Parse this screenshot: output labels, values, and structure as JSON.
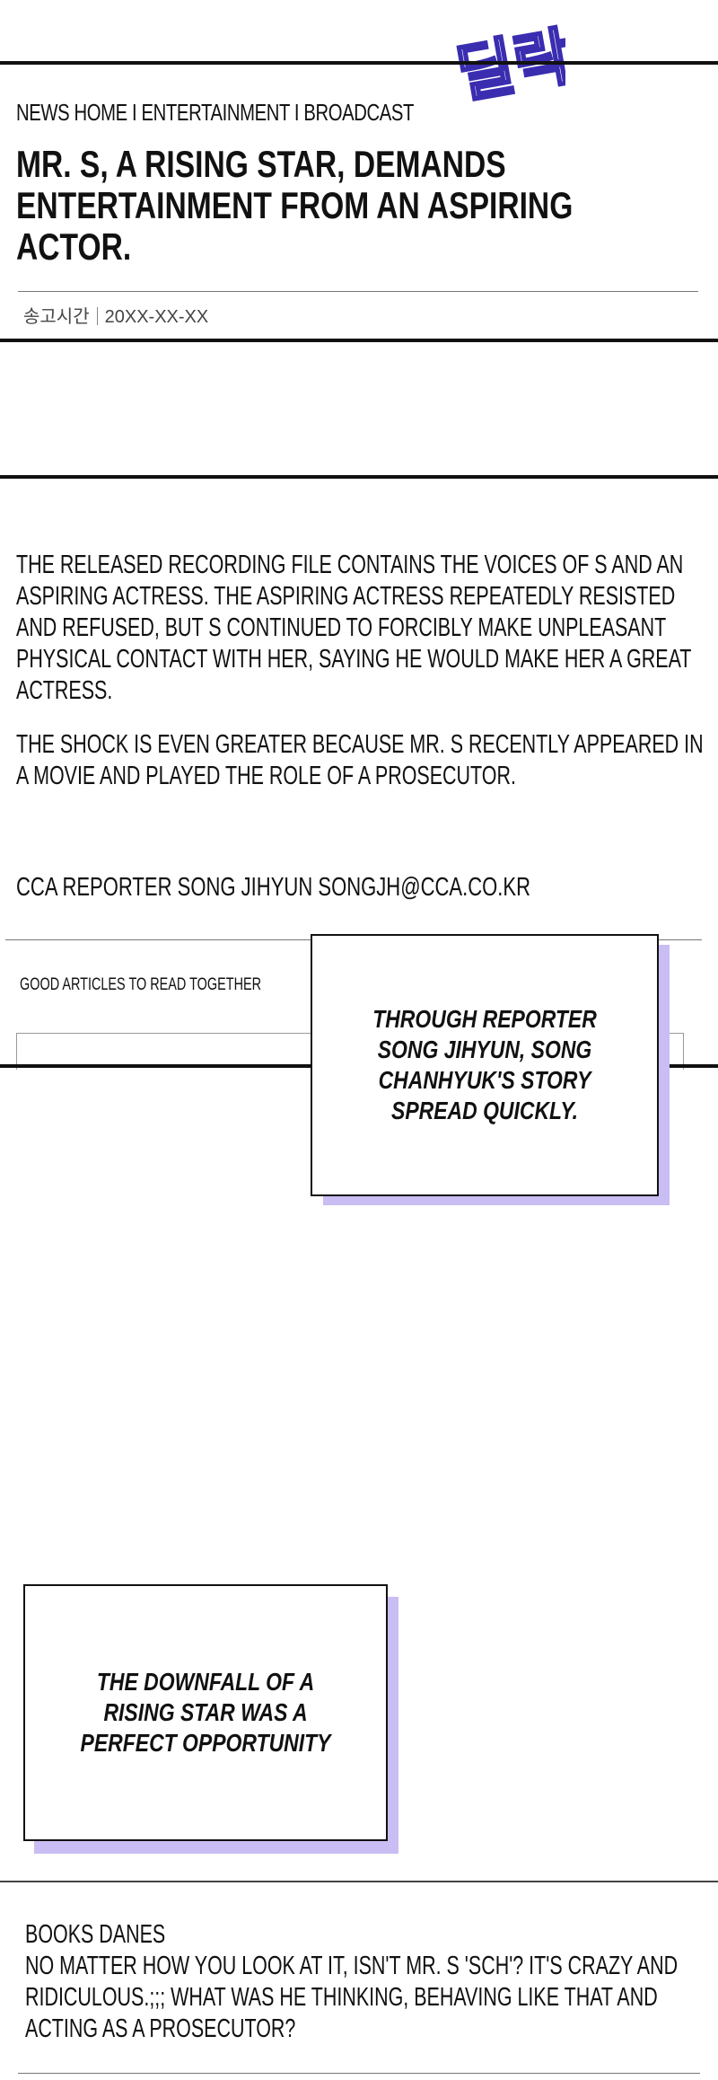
{
  "article": {
    "logo_text": "딜락",
    "breadcrumb": "NEWS HOME I ENTERTAINMENT I BROADCAST",
    "headline": "MR. S, A RISING STAR, DEMANDS ENTERTAINMENT FROM AN ASPIRING ACTOR.",
    "meta_label": "송고시간",
    "meta_date": "20XX-XX-XX",
    "paragraphs": [
      "THE RELEASED RECORDING FILE CONTAINS THE VOICES OF S AND AN ASPIRING ACTRESS. THE ASPIRING ACTRESS REPEATEDLY RESISTED AND REFUSED, BUT S CONTINUED TO FORCIBLY MAKE UNPLEASANT PHYSICAL CONTACT WITH HER, SAYING HE WOULD MAKE HER A GREAT ACTRESS.",
      "THE SHOCK IS EVEN GREATER BECAUSE MR. S RECENTLY APPEARED IN A MOVIE AND PLAYED THE ROLE OF A PROSECUTOR."
    ],
    "reporter_credit": "CCA REPORTER SONG JIHYUN SONGJH@CCA.CO.KR",
    "related_label": "GOOD ARTICLES TO READ TOGETHER"
  },
  "captions": {
    "first": "THROUGH REPORTER SONG JIHYUN, SONG CHANHYUK'S STORY SPREAD QUICKLY.",
    "second": "THE DOWNFALL OF A RISING STAR WAS A PERFECT OPPORTUNITY"
  },
  "comment": {
    "author": "BOOKS DANES",
    "text": "NO MATTER HOW YOU LOOK AT IT, ISN'T MR. S 'SCH'? IT'S CRAZY AND RIDICULOUS.;;; WHAT WAS HE THINKING, BEHAVING LIKE THAT AND ACTING AS A PROSECUTOR?"
  },
  "colors": {
    "caption_shadow": "#c9bdf3",
    "logo_fill": "#ffffff",
    "logo_stroke": "#3a2db0"
  }
}
